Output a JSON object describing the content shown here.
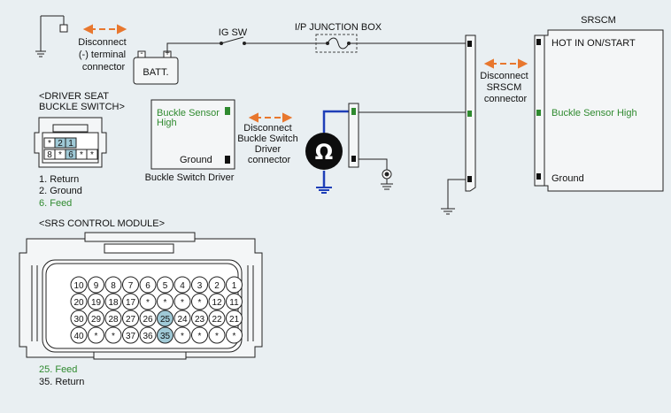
{
  "left_labels": {
    "disconnect_terminal": [
      "Disconnect",
      "(-) terminal",
      "connector"
    ],
    "batt": "BATT.",
    "ig_sw": "IG SW",
    "ip_junction_box": "I/P JUNCTION BOX"
  },
  "driver_seat_buckle_switch": {
    "title": [
      "<DRIVER SEAT",
      "BUCKLE SWITCH>"
    ],
    "pins_top": [
      "*",
      "2",
      "1"
    ],
    "pins_bottom": [
      "8",
      "*",
      "6",
      "*",
      "*"
    ],
    "legend": [
      {
        "text": "1. Return",
        "color": "#111111"
      },
      {
        "text": "2. Ground",
        "color": "#111111"
      },
      {
        "text": "6. Feed",
        "color": "#2f8a2f"
      }
    ]
  },
  "buckle_switch_driver": {
    "sensor_label": [
      "Buckle Sensor",
      "High"
    ],
    "ground_label": "Ground",
    "caption": "Buckle Switch Driver",
    "disconnect": [
      "Disconnect",
      "Buckle Switch",
      "Driver",
      "connector"
    ]
  },
  "srscm": {
    "title": "SRSCM",
    "pin_labels": {
      "hot": "HOT IN ON/START",
      "buckle": "Buckle Sensor High",
      "ground": "Ground"
    },
    "disconnect": [
      "Disconnect",
      "SRSCM",
      "connector"
    ]
  },
  "srs_control_module": {
    "title": "<SRS CONTROL MODULE>",
    "rows": [
      [
        "10",
        "9",
        "8",
        "7",
        "6",
        "5",
        "4",
        "3",
        "2",
        "1"
      ],
      [
        "20",
        "19",
        "18",
        "17",
        "*",
        "*",
        "*",
        "*",
        "12",
        "11"
      ],
      [
        "30",
        "29",
        "28",
        "27",
        "26",
        "25",
        "24",
        "23",
        "22",
        "21"
      ],
      [
        "40",
        "*",
        "*",
        "37",
        "36",
        "35",
        "*",
        "*",
        "*",
        "*"
      ]
    ],
    "legend": [
      {
        "text": "25. Feed",
        "color": "#2f8a2f"
      },
      {
        "text": "35. Return",
        "color": "#111111"
      }
    ]
  },
  "meter_symbol": "Ω",
  "colors": {
    "accent_orange": "#e8772e",
    "feed_green": "#2f8a2f",
    "meter_wire_blue": "#1f3fb8",
    "pin_highlight": "#9fc9d6",
    "connector_fill": "#f4f6f7"
  }
}
